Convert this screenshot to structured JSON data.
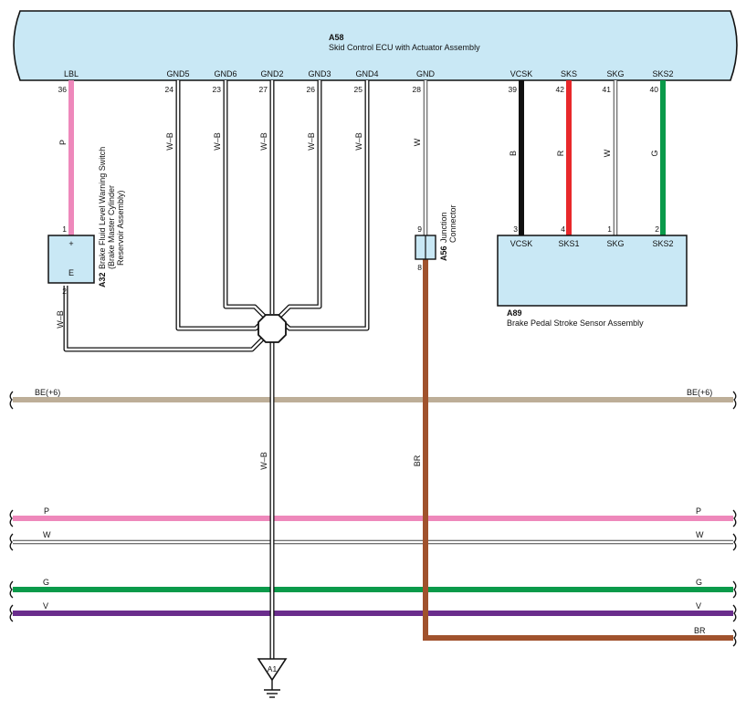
{
  "ecu": {
    "id": "A58",
    "name": "Skid Control ECU with Actuator Assembly",
    "terminals": [
      {
        "name": "LBL",
        "pin": "36"
      },
      {
        "name": "GND5",
        "pin": "24"
      },
      {
        "name": "GND6",
        "pin": "23"
      },
      {
        "name": "GND2",
        "pin": "27"
      },
      {
        "name": "GND3",
        "pin": "26"
      },
      {
        "name": "GND4",
        "pin": "25"
      },
      {
        "name": "GND",
        "pin": "28"
      },
      {
        "name": "VCSK",
        "pin": "39"
      },
      {
        "name": "SKS",
        "pin": "42"
      },
      {
        "name": "SKG",
        "pin": "41"
      },
      {
        "name": "SKS2",
        "pin": "40"
      }
    ]
  },
  "wire_colors": {
    "lbl": "P",
    "gnd5": "W–B",
    "gnd6": "W–B",
    "gnd2": "W–B",
    "gnd3": "W–B",
    "gnd4": "W–B",
    "gnd": "W",
    "vcsk": "B",
    "sks": "R",
    "skg": "W",
    "sks2": "G",
    "a32_ground": "W–B",
    "ground_trunk": "W–B",
    "a56_out": "BR"
  },
  "colors": {
    "ecu_fill": "#c9e8f5",
    "pink": "#ee88bb",
    "black": "#111111",
    "red": "#e8282b",
    "green": "#0a9a4a",
    "brown": "#a0522d",
    "tan": "#bdae98",
    "purple": "#6a2d8c"
  },
  "a32": {
    "id": "A32",
    "name": "Brake Fluid Level Warning Switch",
    "sub": [
      "(Brake Master Cylinder",
      "Reservoir Assembly)"
    ],
    "pin_top": "1",
    "pin_bottom": "2",
    "plus": "+",
    "e": "E"
  },
  "a56": {
    "id": "A56",
    "name": [
      "Junction",
      "Connector"
    ],
    "pin_in": "9",
    "pin_out": "8"
  },
  "a89": {
    "id": "A89",
    "name": "Brake Pedal Stroke Sensor Assembly",
    "terminals": [
      {
        "name": "VCSK",
        "pin": "3"
      },
      {
        "name": "SKS1",
        "pin": "4"
      },
      {
        "name": "SKG",
        "pin": "1"
      },
      {
        "name": "SKS2",
        "pin": "2"
      }
    ]
  },
  "ground": {
    "id": "A1"
  },
  "buses": [
    {
      "label": "BE(+6)",
      "right_label": "BE(+6)"
    },
    {
      "label": "P",
      "right_label": "P"
    },
    {
      "label": "W",
      "right_label": "W"
    },
    {
      "label": "G",
      "right_label": "G"
    },
    {
      "label": "V",
      "right_label": "V"
    }
  ],
  "br_label": "BR"
}
